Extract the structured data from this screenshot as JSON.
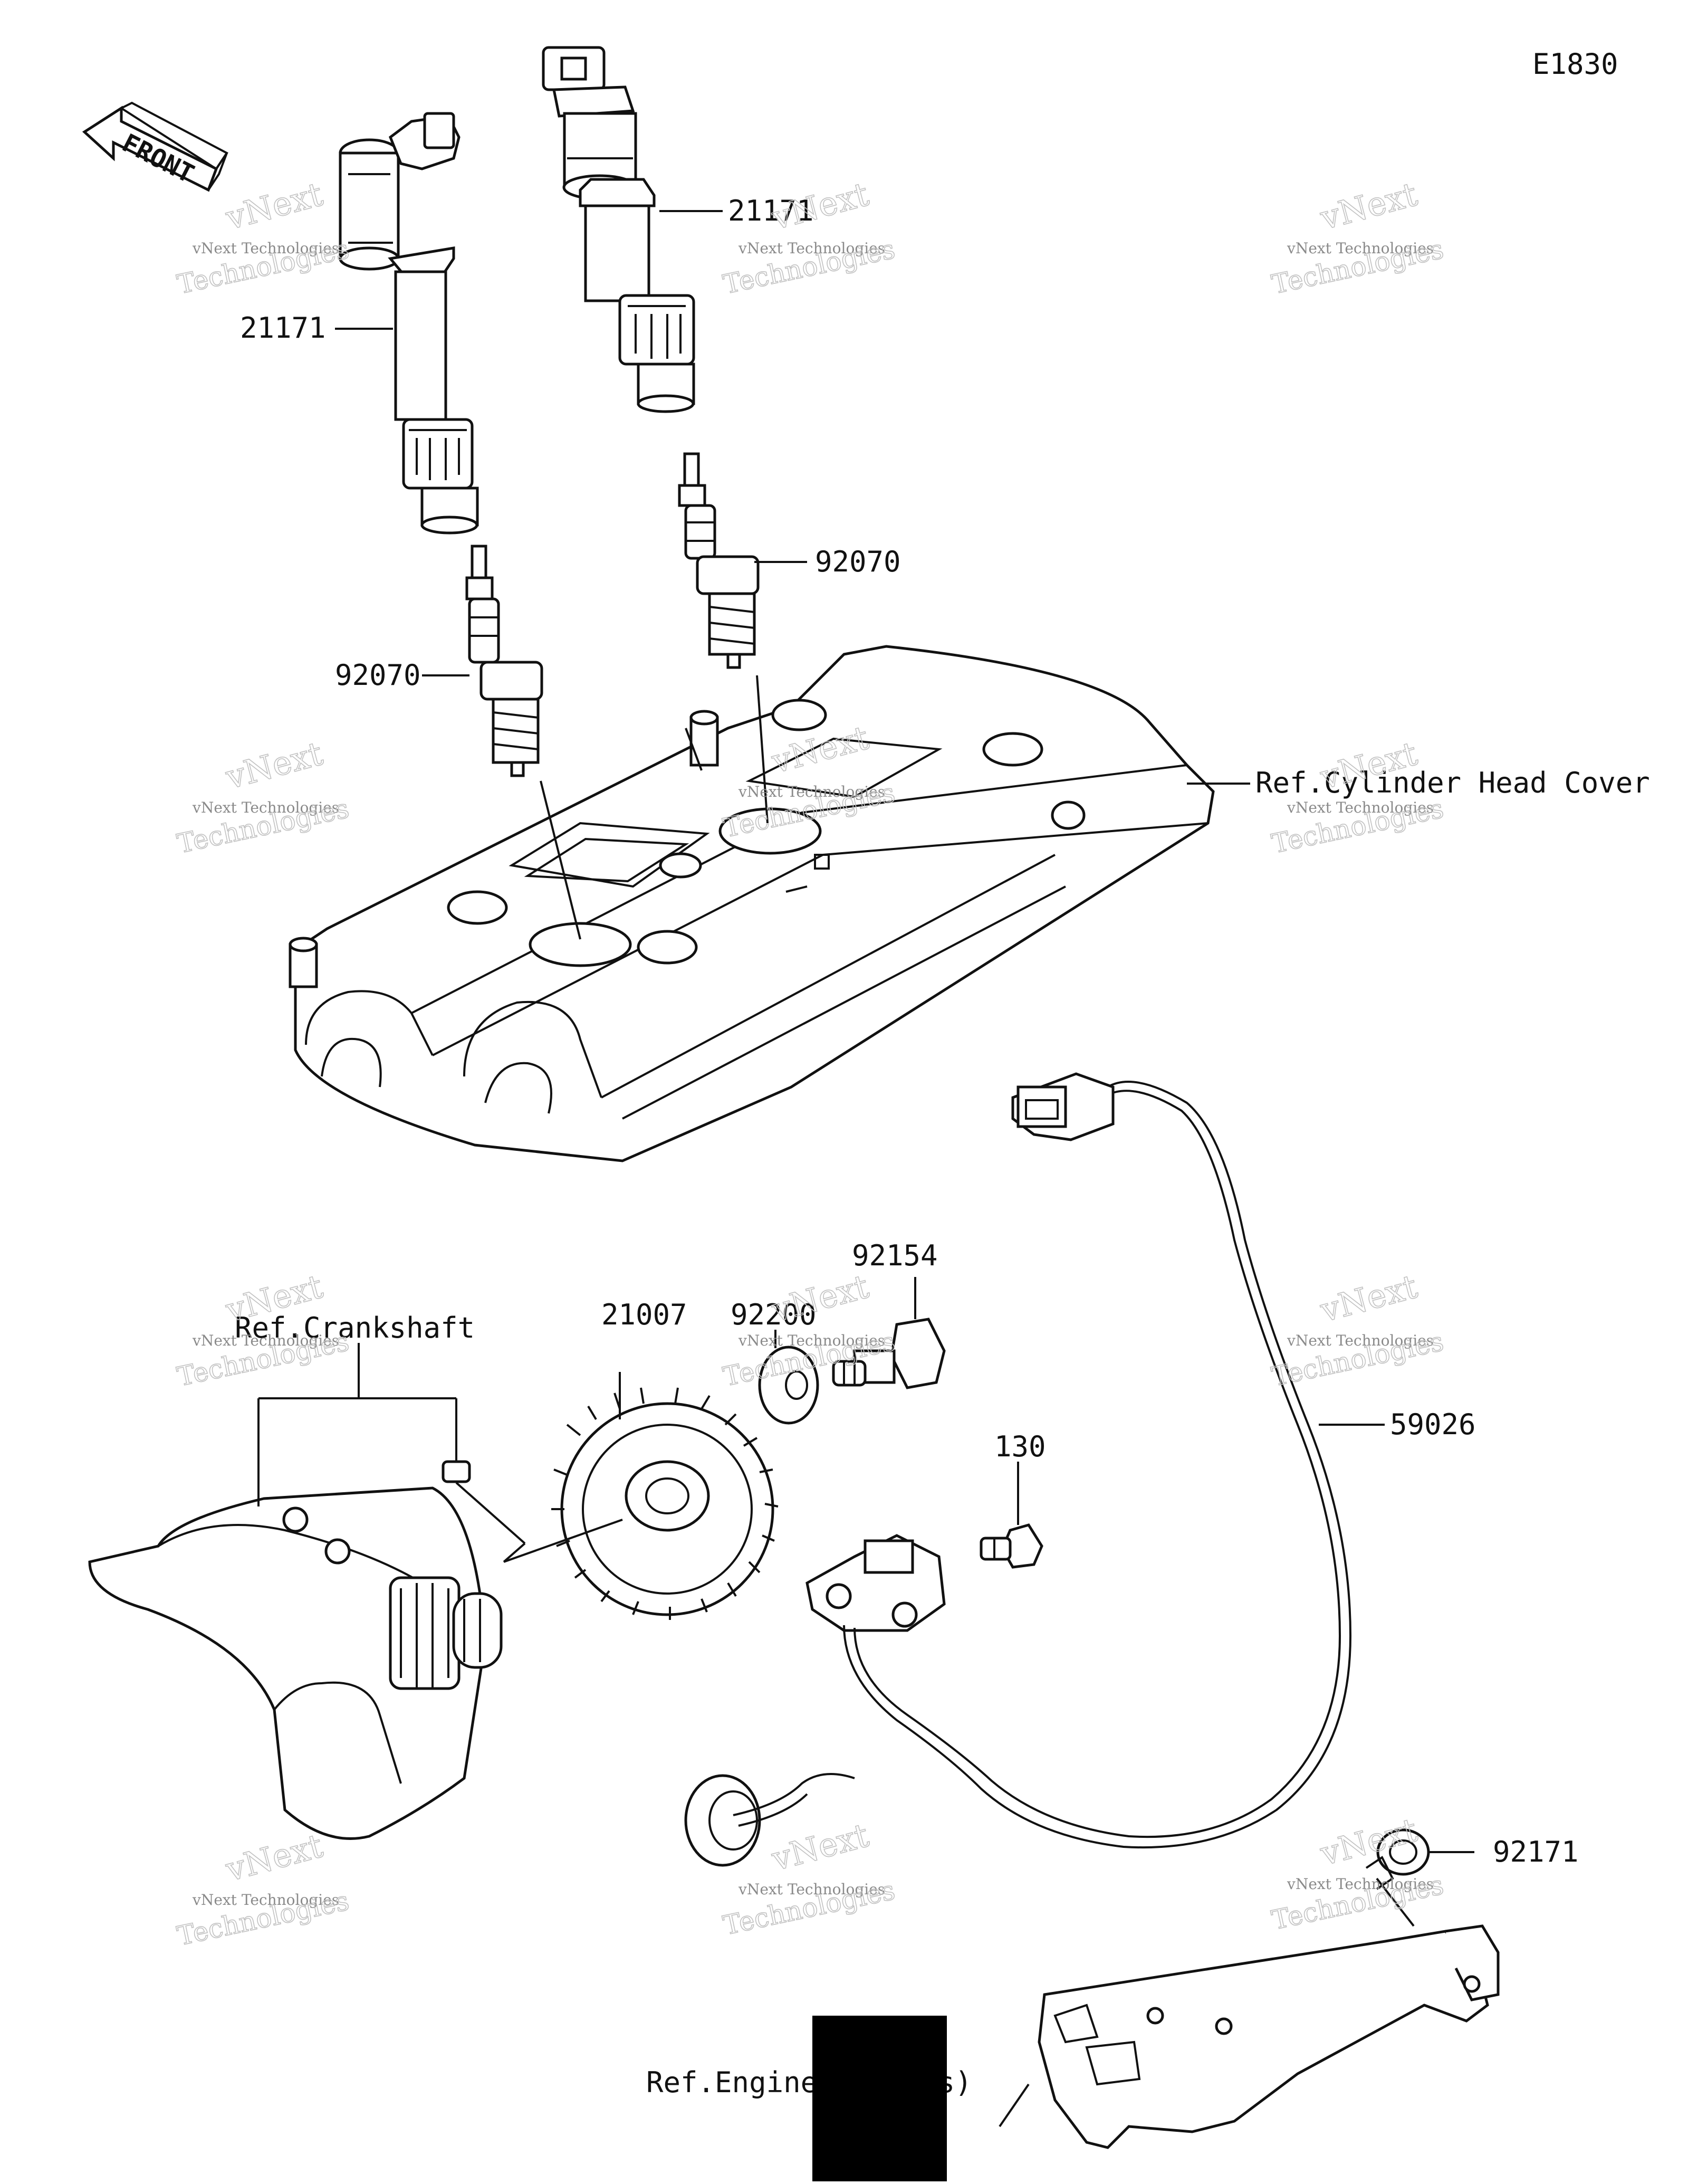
{
  "diagram_code": "E1830",
  "front_label": "FRONT",
  "callouts": [
    {
      "id": "coil_upper_right",
      "text": "21171"
    },
    {
      "id": "coil_upper_left",
      "text": "21171"
    },
    {
      "id": "plug_right",
      "text": "92070"
    },
    {
      "id": "plug_left",
      "text": "92070"
    },
    {
      "id": "ref_head_cover",
      "text": "Ref.Cylinder Head Cover"
    },
    {
      "id": "bolt_92154",
      "text": "92154"
    },
    {
      "id": "rotor_21007",
      "text": "21007"
    },
    {
      "id": "washer_92200",
      "text": "92200"
    },
    {
      "id": "ref_crankshaft",
      "text": "Ref.Crankshaft"
    },
    {
      "id": "sensor_59026",
      "text": "59026"
    },
    {
      "id": "bolt_130",
      "text": "130"
    },
    {
      "id": "clamp_92171",
      "text": "92171"
    },
    {
      "id": "ref_engine_covers",
      "text": "Ref.Engine Cover(s)"
    }
  ],
  "watermark": {
    "line1": "vNext",
    "line2": "vNext Technologies",
    "line3": "Technologies"
  }
}
